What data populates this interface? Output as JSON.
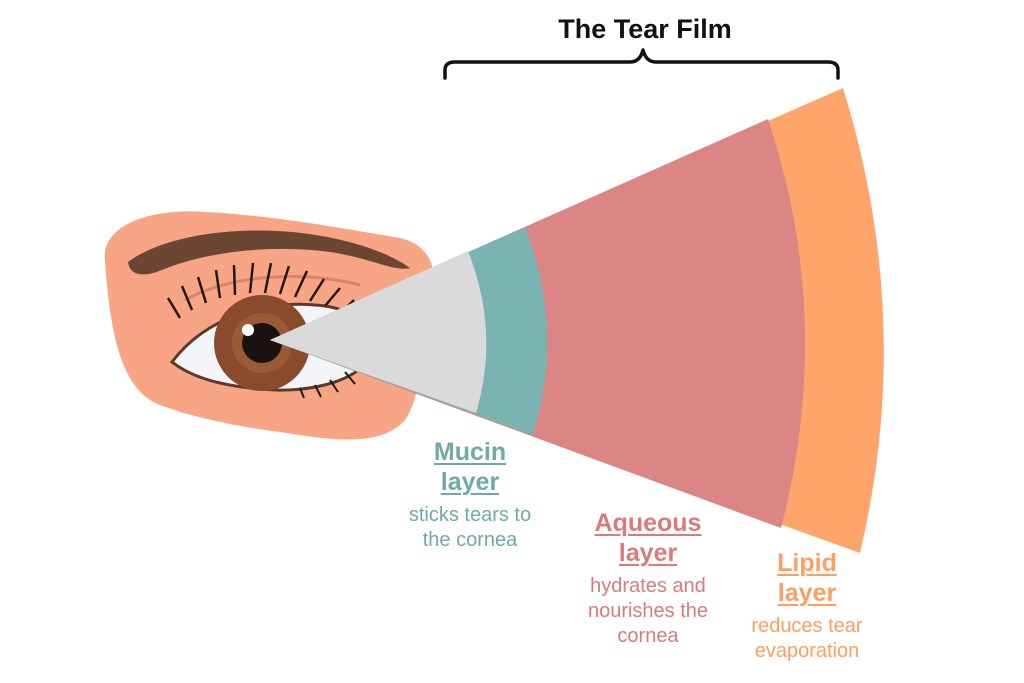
{
  "title": "The Tear Film",
  "colors": {
    "mucin": "#7ab3b2",
    "aqueous": "#db8585",
    "lipid": "#ffa56b",
    "cornea": "#dadada",
    "skin": "#f7a585",
    "iris": "#8a4b2d",
    "brow": "#6b4632"
  },
  "layers": {
    "mucin": {
      "name_line1": "Mucin",
      "name_line2": "layer",
      "desc_line1": "sticks tears to",
      "desc_line2": "the cornea"
    },
    "aqueous": {
      "name_line1": "Aqueous",
      "name_line2": "layer",
      "desc_line1": "hydrates and",
      "desc_line2": "nourishes the",
      "desc_line3": "cornea"
    },
    "lipid": {
      "name_line1": "Lipid",
      "name_line2": "layer",
      "desc_line1": "reduces tear",
      "desc_line2": "evaporation"
    }
  }
}
